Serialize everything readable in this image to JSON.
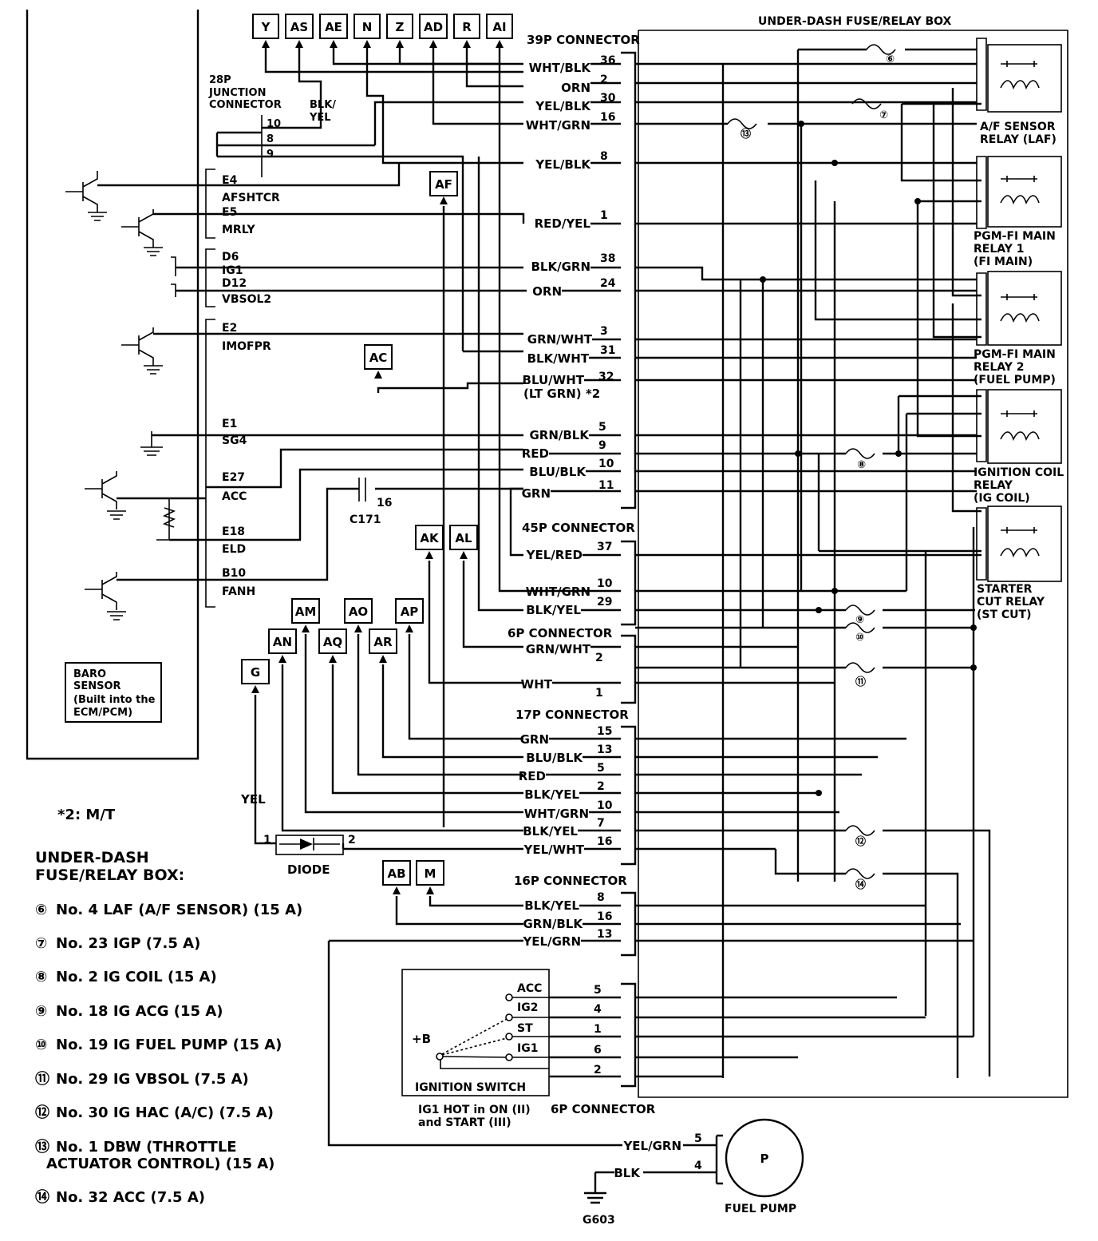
{
  "fuse_relay_box": {
    "title": "UNDER-DASH FUSE/RELAY BOX",
    "relays": [
      {
        "lines": [
          "A/F SENSOR",
          "RELAY (LAF)"
        ]
      },
      {
        "lines": [
          "PGM-FI MAIN",
          "RELAY 1",
          "(FI MAIN)"
        ]
      },
      {
        "lines": [
          "PGM-FI MAIN",
          "RELAY 2",
          "(FUEL PUMP)"
        ]
      },
      {
        "lines": [
          "IGNITION COIL",
          "RELAY",
          "(IG COIL)"
        ]
      },
      {
        "lines": [
          "STARTER",
          "CUT RELAY",
          "(ST CUT)"
        ]
      }
    ],
    "fuse_marks": [
      "⑥",
      "⑦",
      "⑬",
      "⑧",
      "⑨",
      "⑩",
      "⑪",
      "⑫",
      "⑭"
    ]
  },
  "ecm": {
    "pins": [
      {
        "pin": "E4",
        "label": "AFSHTCR"
      },
      {
        "pin": "E5",
        "label": "MRLY"
      },
      {
        "pin": "D6",
        "label": "IG1"
      },
      {
        "pin": "D12",
        "label": "VBSOL2"
      },
      {
        "pin": "E2",
        "label": "IMOFPR"
      },
      {
        "pin": "E1",
        "label": "SG4"
      },
      {
        "pin": "E27",
        "label": "ACC"
      },
      {
        "pin": "E18",
        "label": "ELD"
      },
      {
        "pin": "B10",
        "label": "FANH"
      }
    ],
    "baro": [
      "BARO",
      "SENSOR",
      "(Built into the",
      "ECM/PCM)"
    ]
  },
  "top_refs": [
    "Y",
    "AS",
    "AE",
    "N",
    "Z",
    "AD",
    "R",
    "AI"
  ],
  "refs": {
    "af": "AF",
    "ac": "AC",
    "ak": "AK",
    "al": "AL",
    "am": "AM",
    "ao": "AO",
    "ap": "AP",
    "an": "AN",
    "aq": "AQ",
    "ar": "AR",
    "g": "G",
    "ab": "AB",
    "m": "M"
  },
  "junction": {
    "lines": [
      "28P",
      "JUNCTION",
      "CONNECTOR"
    ],
    "pins": [
      "10",
      "8",
      "9"
    ],
    "wire": [
      "BLK/",
      "YEL"
    ]
  },
  "connector_39p": {
    "title": "39P CONNECTOR",
    "wires": [
      {
        "color": "WHT/BLK",
        "pin": "36"
      },
      {
        "color": "ORN",
        "pin": "2"
      },
      {
        "color": "YEL/BLK",
        "pin": "30"
      },
      {
        "color": "WHT/GRN",
        "pin": "16"
      },
      {
        "color": "YEL/BLK",
        "pin": "8"
      },
      {
        "color": "RED/YEL",
        "pin": "1"
      },
      {
        "color": "BLK/GRN",
        "pin": "38"
      },
      {
        "color": "ORN",
        "pin": "24"
      },
      {
        "color": "GRN/WHT",
        "pin": "3"
      },
      {
        "color": "BLK/WHT",
        "pin": "31"
      },
      {
        "color": "BLU/WHT",
        "pin": "32"
      },
      {
        "color": "GRN/BLK",
        "pin": "5"
      },
      {
        "color": "RED",
        "pin": "9"
      },
      {
        "color": "BLU/BLK",
        "pin": "10"
      },
      {
        "color": "GRN",
        "pin": "11"
      }
    ],
    "alt_note": "(LT GRN) *2"
  },
  "c171": {
    "name": "C171",
    "pin": "16"
  },
  "connector_45p": {
    "title": "45P CONNECTOR",
    "wires": [
      {
        "color": "YEL/RED",
        "pin": "37"
      },
      {
        "color": "WHT/GRN",
        "pin": "10"
      },
      {
        "color": "BLK/YEL",
        "pin": "29"
      }
    ]
  },
  "connector_6p_a": {
    "title": "6P CONNECTOR",
    "wires": [
      {
        "color": "GRN/WHT",
        "pin": "2"
      },
      {
        "color": "WHT",
        "pin": "1"
      }
    ]
  },
  "connector_17p": {
    "title": "17P CONNECTOR",
    "wires": [
      {
        "color": "GRN",
        "pin": "15"
      },
      {
        "color": "BLU/BLK",
        "pin": "13"
      },
      {
        "color": "RED",
        "pin": "5"
      },
      {
        "color": "BLK/YEL",
        "pin": "2"
      },
      {
        "color": "WHT/GRN",
        "pin": "10"
      },
      {
        "color": "BLK/YEL",
        "pin": "7"
      },
      {
        "color": "YEL/WHT",
        "pin": "16"
      }
    ]
  },
  "diode": {
    "label": "DIODE",
    "pin1": "1",
    "pin2": "2",
    "wire": "YEL"
  },
  "connector_16p": {
    "title": "16P CONNECTOR",
    "wires": [
      {
        "color": "BLK/YEL",
        "pin": "8"
      },
      {
        "color": "GRN/BLK",
        "pin": "16"
      },
      {
        "color": "YEL/GRN",
        "pin": "13"
      }
    ]
  },
  "ignition": {
    "title": "IGNITION SWITCH",
    "plus_b": "+B",
    "positions": [
      "ACC",
      "IG2",
      "ST",
      "IG1"
    ],
    "connector_pins": [
      "5",
      "4",
      "1",
      "6",
      "2"
    ],
    "note": [
      "IG1 HOT in ON (II)",
      "and START (III)"
    ],
    "connector": "6P CONNECTOR"
  },
  "fuel_pump": {
    "label": "FUEL PUMP",
    "symbol": "P",
    "wires": [
      {
        "color": "YEL/GRN",
        "pin": "5"
      },
      {
        "color": "BLK",
        "pin": "4"
      }
    ],
    "ground": "G603"
  },
  "legend": {
    "note": "*2: M/T",
    "title_lines": [
      "UNDER-DASH",
      "FUSE/RELAY BOX:"
    ],
    "items": [
      {
        "mark": "⑥",
        "text": "No. 4 LAF (A/F SENSOR) (15 A)"
      },
      {
        "mark": "⑦",
        "text": "No. 23 IGP (7.5 A)"
      },
      {
        "mark": "⑧",
        "text": "No. 2 IG COIL (15 A)"
      },
      {
        "mark": "⑨",
        "text": "No. 18 IG ACG (15 A)"
      },
      {
        "mark": "⑩",
        "text": "No. 19 IG FUEL PUMP (15 A)"
      },
      {
        "mark": "⑪",
        "text": "No. 29 IG VBSOL (7.5 A)"
      },
      {
        "mark": "⑫",
        "text": "No. 30 IG HAC (A/C) (7.5 A)"
      },
      {
        "mark": "⑬",
        "text": "No. 1 DBW (THROTTLE"
      },
      {
        "mark": "",
        "text": "ACTUATOR CONTROL) (15 A)"
      },
      {
        "mark": "⑭",
        "text": "No. 32 ACC (7.5 A)"
      }
    ]
  }
}
